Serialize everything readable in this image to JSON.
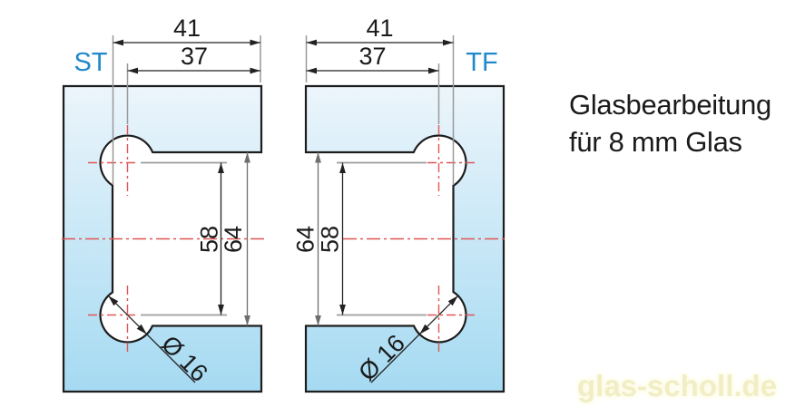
{
  "drawings": {
    "st": {
      "label": "ST",
      "width_outer": "41",
      "width_inner": "37",
      "height_inner": "58",
      "height_outer": "64",
      "hole_diameter": "Ø 16"
    },
    "tf": {
      "label": "TF",
      "width_outer": "41",
      "width_inner": "37",
      "height_inner": "58",
      "height_outer": "64",
      "hole_diameter": "Ø 16"
    }
  },
  "annotation": {
    "line1": "Glasbearbeitung",
    "line2": "für 8 mm Glas"
  },
  "watermark": {
    "text": "glas-scholl.de"
  },
  "colors": {
    "glass-top": "#ecf5fb",
    "glass-bottom": "#a5daf2",
    "outline": "#1d1d1d",
    "dim-line": "#222222",
    "dim-line-gray": "#6e6e6e",
    "extension": "#999999",
    "reference": "#9c9c9c",
    "centerline-red": "#e05656",
    "label-blue": "#2089cc",
    "text-dark": "#1b1b1b",
    "watermark-yellow": "#f1eec6"
  }
}
